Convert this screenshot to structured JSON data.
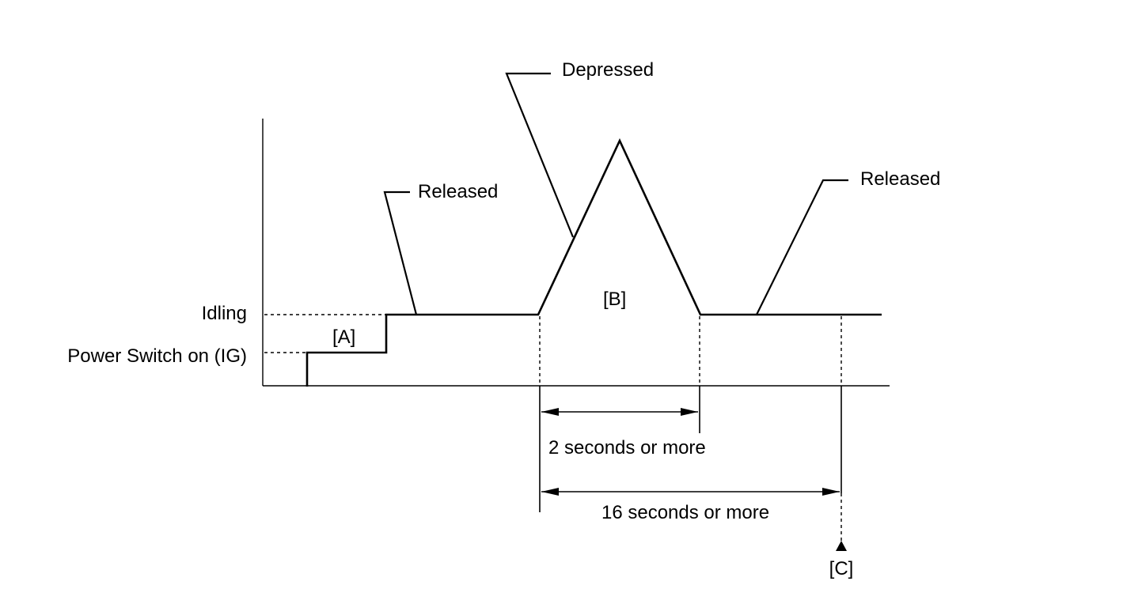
{
  "diagram": {
    "labels": {
      "depressed": "Depressed",
      "released_left": "Released",
      "released_right": "Released",
      "idling": "Idling",
      "power_switch_on": "Power Switch on (IG)",
      "marker_a": "[A]",
      "marker_b": "[B]",
      "marker_c": "[C]",
      "interval_short": "2 seconds or more",
      "interval_long": "16 seconds or more"
    }
  }
}
